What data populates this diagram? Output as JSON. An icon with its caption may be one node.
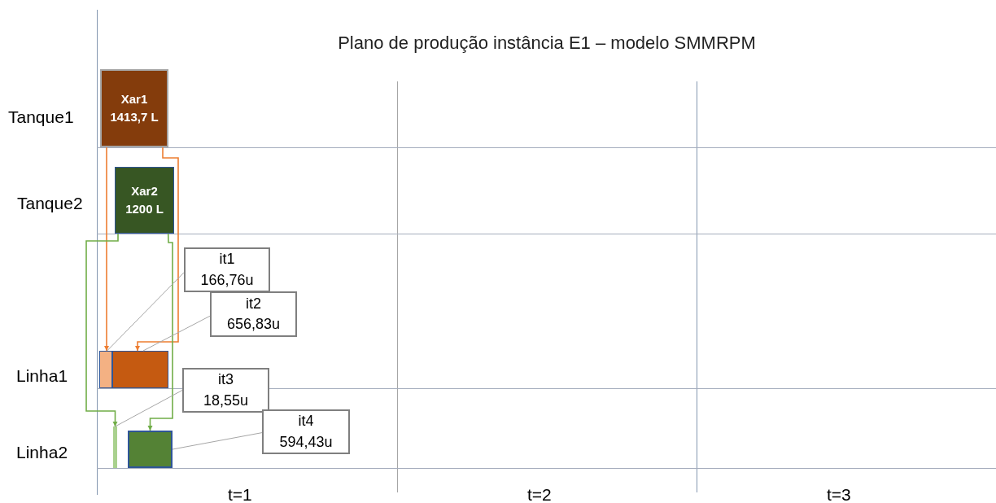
{
  "diagram": {
    "title": "Plano de produção instância E1 – modelo SMMRPM",
    "nodes": [
      {
        "text": [
          "Xar1 1413,7 L"
        ]
      },
      {
        "text": [
          "Xar2 1200 L"
        ]
      },
      {
        "text": [],
        "shape": "bar"
      },
      {
        "text": [],
        "shape": "bar"
      },
      {
        "text": [],
        "shape": "bar"
      },
      {
        "text": [],
        "shape": "bar"
      },
      {
        "text": [
          "it1",
          "166,76u"
        ]
      },
      {
        "text": [
          "it2",
          "656,83u"
        ]
      },
      {
        "text": [
          "it3",
          "18,55u"
        ]
      },
      {
        "text": [
          "it4",
          "594,43u"
        ]
      }
    ],
    "edges": [
      {
        "from": 0,
        "to": 2,
        "arrow": "to",
        "color": "#ed7d31"
      },
      {
        "from": 0,
        "to": 3,
        "arrow": "to",
        "color": "#ed7d31"
      },
      {
        "from": 1,
        "to": 4,
        "arrow": "to",
        "color": "#70ad47"
      },
      {
        "from": 1,
        "to": 5,
        "arrow": "to",
        "color": "#70ad47"
      },
      {
        "from": 6,
        "to": 2,
        "arrow": "none"
      },
      {
        "from": 7,
        "to": 3,
        "arrow": "none"
      },
      {
        "from": 8,
        "to": 4,
        "arrow": "none"
      },
      {
        "from": 9,
        "to": 5,
        "arrow": "none"
      }
    ],
    "labels": [
      "Tanque1",
      "Tanque2",
      "Linha1",
      "Linha2",
      "t=1",
      "t=2",
      "t=3"
    ]
  }
}
